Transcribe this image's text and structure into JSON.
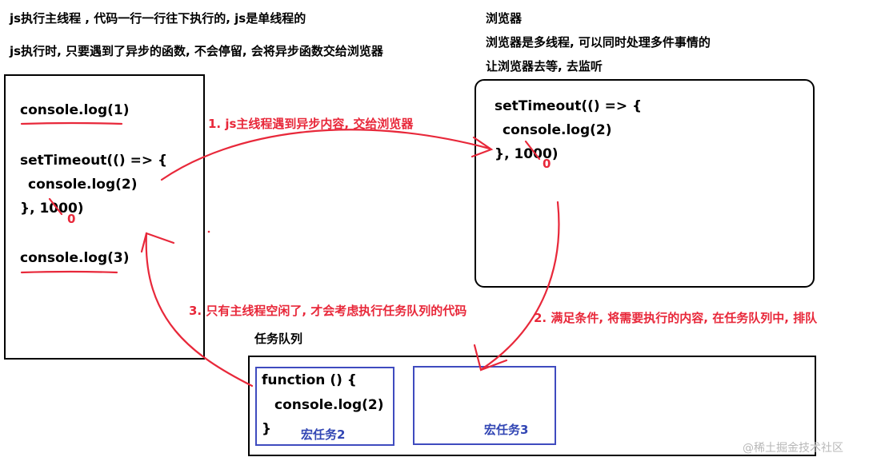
{
  "top_notes": [
    "js执行主线程 , 代码一行一行往下执行的, js是单线程的",
    "js执行时, 只要遇到了异步的函数, 不会停留, 会将异步函数交给浏览器"
  ],
  "browser_notes": [
    "浏览器",
    "浏览器是多线程, 可以同时处理多件事情的",
    "让浏览器去等, 去监听"
  ],
  "main_code": {
    "line1": "console.log(1)",
    "line2": "setTimeout(() => {",
    "line3": "console.log(2)",
    "line4": "}, 1000)",
    "line5": "console.log(3)",
    "correction": "0"
  },
  "browser_code": {
    "line1": "setTimeout(() => {",
    "line2": "console.log(2)",
    "line3": "}, 1000)",
    "correction": "0"
  },
  "steps": {
    "step1": "1. js主线程遇到异步内容, 交给浏览器",
    "step2": "2. 满足条件, 将需要执行的内容, 在任务队列中, 排队",
    "step3": "3. 只有主线程空闲了, 才会考虑执行任务队列的代码"
  },
  "queue": {
    "title": "任务队列",
    "task1_line1": "function () {",
    "task1_line2": "console.log(2)",
    "task1_line3": "}",
    "task1_label": "宏任务2",
    "task2_label": "宏任务3"
  },
  "watermark": "@稀土掘金技术社区",
  "colors": {
    "arrow": "#e8283a",
    "task_border": "#3f4bbf",
    "task_label": "#3246b4"
  }
}
